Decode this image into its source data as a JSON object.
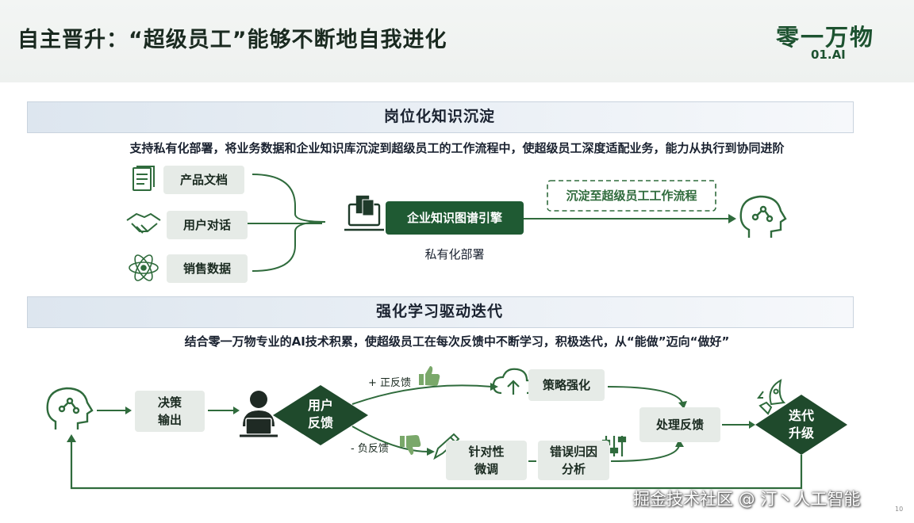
{
  "title": "自主晋升：“超级员工”能够不断地自我进化",
  "logo": {
    "cn": "零一万物",
    "en": "01.AI"
  },
  "section1": {
    "title": "岗位化知识沉淀",
    "subtitle": "支持私有化部署，将业务数据和企业知识库沉淀到超级员工的工作流程中，使超级员工深度适配业务，能力从执行到协同进阶",
    "sources": [
      {
        "label": "产品文档",
        "icon": "document-icon"
      },
      {
        "label": "用户对话",
        "icon": "handshake-icon"
      },
      {
        "label": "销售数据",
        "icon": "atom-icon"
      }
    ],
    "engine_label": "企业知识图谱引擎",
    "engine_caption": "私有化部署",
    "flow_label": "沉淀至超级员工工作流程"
  },
  "section2": {
    "title": "强化学习驱动迭代",
    "subtitle": "结合零一万物专业的AI技术积累，使超级员工在每次反馈中不断学习，积极迭代，从“能做”迈向“做好”",
    "decision": "决策\n输出",
    "feedback": "用户\n反馈",
    "positive": "+ 正反馈",
    "negative": "- 负反馈",
    "strategy": "策略强化",
    "finetune": "针对性\n微调",
    "error": "错误归因\n分析",
    "process": "处理反馈",
    "upgrade": "迭代\n升级"
  },
  "watermark": "掘金技术社区 @ 汀丶人工智能",
  "page_number": "10",
  "colors": {
    "brand_green": "#1f5a33",
    "line_green": "#2f6b3c",
    "navy": "#1f3a5a",
    "tag_bg": "#e6ebe7"
  }
}
